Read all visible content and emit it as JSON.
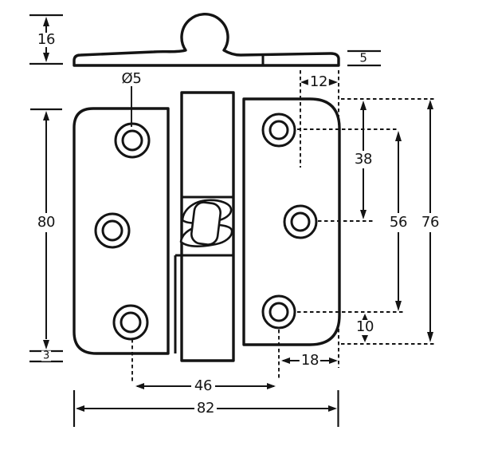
{
  "drawing": {
    "kind": "hinge technical drawing",
    "ink_color": "#141414",
    "background_color": "#ffffff"
  },
  "dimensions": {
    "knuckle_height": "16",
    "leaf_thickness": "5",
    "screw_hole_diameter": "Ø5",
    "middle_hole_to_right_edge": "12",
    "left_leaf_height": "80",
    "barrel_bottom_overhang": "3",
    "top_edge_to_middle_hole": "38",
    "outer_holes_vertical_spacing": "56",
    "right_leaf_height": "76",
    "bottom_hole_to_bottom_edge": "10",
    "outer_hole_to_right_edge": "18",
    "hole_columns_spacing": "46",
    "overall_width": "82"
  }
}
